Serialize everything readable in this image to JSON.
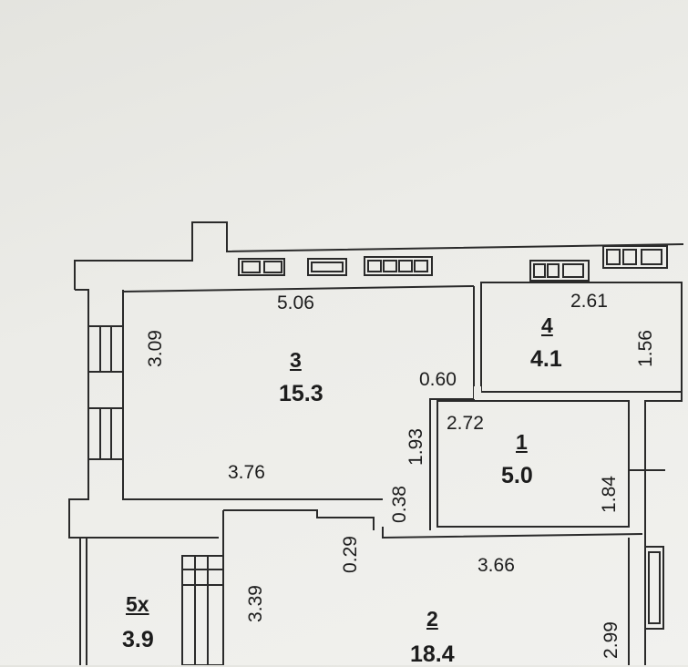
{
  "rooms": [
    {
      "number": "3",
      "area": "15.3"
    },
    {
      "number": "4",
      "area": "4.1"
    },
    {
      "number": "1",
      "area": "5.0"
    },
    {
      "number": "2",
      "area": "18.4"
    },
    {
      "number": "5x",
      "area": "3.9"
    }
  ],
  "dimensions": {
    "d_5_06": "5.06",
    "d_3_09": "3.09",
    "d_3_76": "3.76",
    "d_0_60": "0.60",
    "d_1_93": "1.93",
    "d_0_38": "0.38",
    "d_2_61": "2.61",
    "d_1_56": "1.56",
    "d_2_72": "2.72",
    "d_1_84": "1.84",
    "d_0_29": "0.29",
    "d_3_66": "3.66",
    "d_3_39": "3.39",
    "d_2_99": "2.99"
  }
}
